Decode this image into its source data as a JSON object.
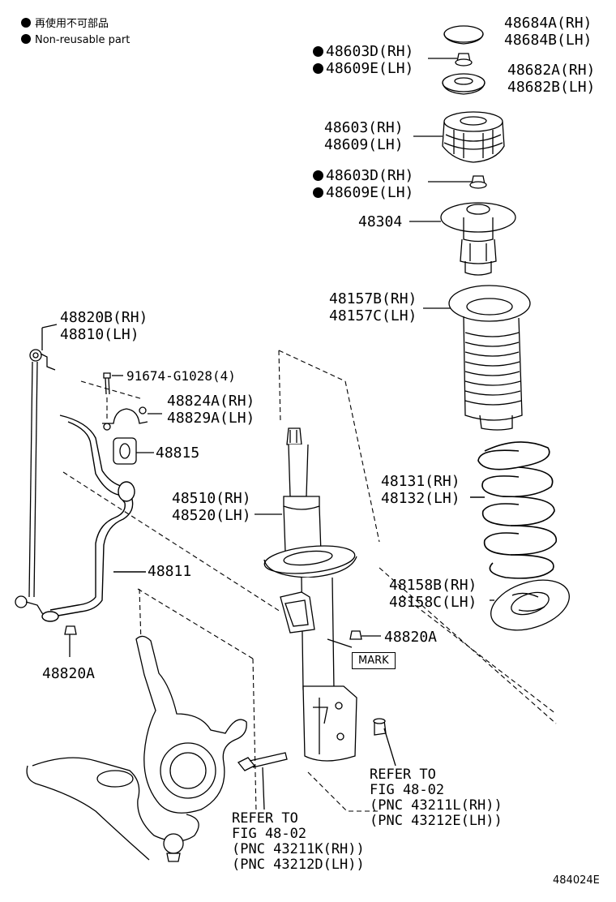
{
  "legend": {
    "item_jp": "再使用不可部品",
    "item_en": "Non-reusable part"
  },
  "callouts": {
    "upper_cap": [
      "48684A(RH)",
      "48684B(LH)"
    ],
    "upper_nut": [
      "48603D(RH)",
      "48609E(LH)"
    ],
    "upper_seat": [
      "48682A(RH)",
      "48682B(LH)"
    ],
    "support": [
      "48603(RH)",
      "48609(LH)"
    ],
    "lower_nut": [
      "48603D(RH)",
      "48609E(LH)"
    ],
    "bump_stopper": "48304",
    "insulator_boot": [
      "48157B(RH)",
      "48157C(LH)"
    ],
    "stab_link": [
      "48820B(RH)",
      "48810(LH)"
    ],
    "bolt": "91674-G1028(4)",
    "bracket": [
      "48824A(RH)",
      "48829A(LH)"
    ],
    "bushing": "48815",
    "shock_absorber": [
      "48510(RH)",
      "48520(LH)"
    ],
    "coil_spring": [
      "48131(RH)",
      "48132(LH)"
    ],
    "stabilizer_bar": "48811",
    "lower_insulator": [
      "48158B(RH)",
      "48158C(LH)"
    ],
    "link_nut_right": "48820A",
    "link_nut_left": "48820A",
    "mark": "MARK"
  },
  "references": {
    "right": [
      "REFER TO",
      "FIG 48-02",
      "(PNC 43211L(RH))",
      "(PNC 43212E(LH))"
    ],
    "left": [
      "REFER TO",
      "FIG 48-02",
      "(PNC 43211K(RH))",
      "(PNC 43212D(LH))"
    ]
  },
  "figure_number": "484024E",
  "non_reusable_marked": [
    "upper_nut",
    "lower_nut"
  ]
}
